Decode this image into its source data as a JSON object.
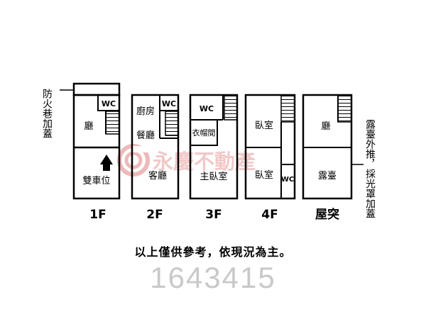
{
  "side_notes": {
    "left": "防火巷加蓋",
    "right": "露臺外推，採光罩加蓋"
  },
  "watermark": {
    "brand": "永慶不動產",
    "logo_icon": "yungching-spiral-logo",
    "color": "#f0c4c4"
  },
  "floors": [
    {
      "label": "1F",
      "rooms": {
        "top": "廳",
        "wc": "WC",
        "bottom": "雙車位"
      },
      "icons": [
        "entrance-arrow-icon",
        "staircase-icon"
      ]
    },
    {
      "label": "2F",
      "rooms": {
        "kitchen": "廚房",
        "dining": "餐廳",
        "wc": "WC",
        "living": "客廳"
      },
      "icons": [
        "staircase-icon"
      ]
    },
    {
      "label": "3F",
      "rooms": {
        "wc": "WC",
        "closet": "衣帽間",
        "master": "主臥室"
      },
      "icons": [
        "staircase-icon"
      ]
    },
    {
      "label": "4F",
      "rooms": {
        "top": "臥室",
        "bottom": "臥室",
        "wc": "WC"
      },
      "icons": [
        "staircase-icon"
      ]
    },
    {
      "label": "屋突",
      "rooms": {
        "top": "廳",
        "bottom": "露臺"
      },
      "icons": [
        "staircase-icon"
      ]
    }
  ],
  "footer": {
    "disclaimer": "以上僅供參考，依現況為主。",
    "reference_number": "1643415"
  }
}
